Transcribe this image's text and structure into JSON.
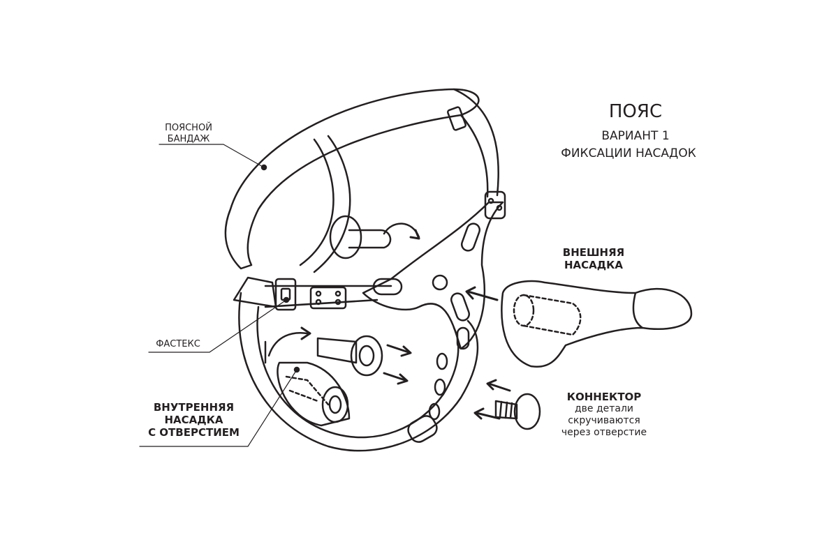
{
  "title": {
    "main": "ПОЯС",
    "line1": "ВАРИАНТ 1",
    "line2": "ФИКСАЦИИ НАСАДОК"
  },
  "labels": {
    "waist_band": [
      "ПОЯСНОЙ",
      "БАНДАЖ"
    ],
    "fastex": "ФАСТЕКС",
    "inner_attachment": [
      "ВНУТРЕННЯЯ",
      "НАСАДКА",
      "С ОТВЕРСТИЕМ"
    ],
    "outer_attachment": [
      "ВНЕШНЯЯ",
      "НАСАДКА"
    ],
    "connector": {
      "title": "КОННЕКТОР",
      "desc": [
        "две детали",
        "скручиваются",
        "через отверстие"
      ]
    }
  },
  "colors": {
    "line": "#231f20",
    "background": "#ffffff"
  }
}
